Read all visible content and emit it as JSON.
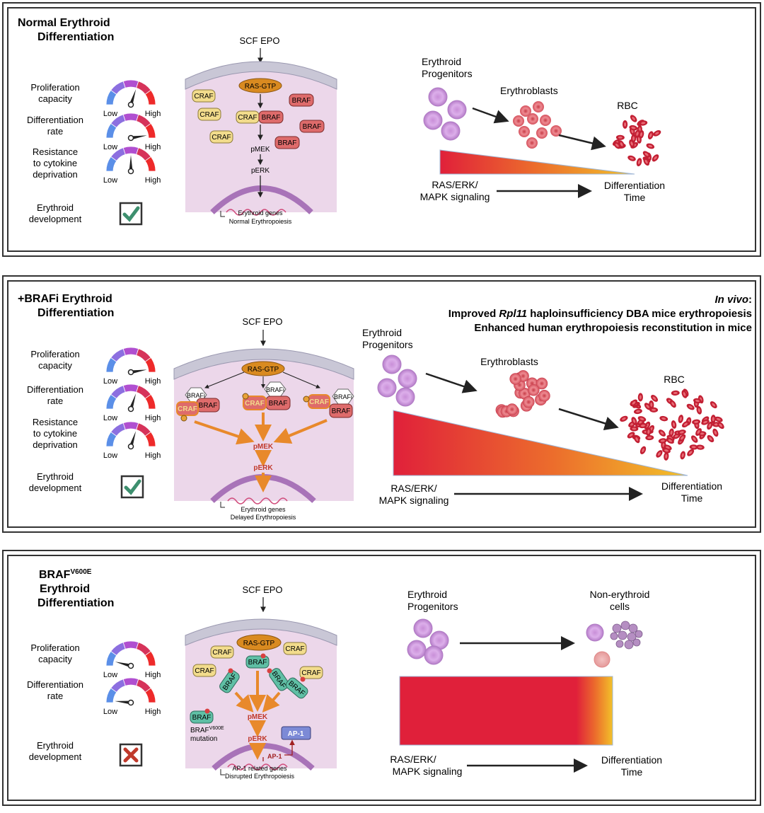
{
  "panels": [
    {
      "title": [
        "Normal Erythroid",
        "Differentiation"
      ],
      "gauges": [
        {
          "label": [
            "Proliferation",
            "capacity"
          ],
          "level": 0.6
        },
        {
          "label": [
            "Differentiation",
            "rate"
          ],
          "level": 0.95
        },
        {
          "label": [
            "Resistance",
            "to cytokine",
            "deprivation"
          ],
          "level": 0.5
        }
      ],
      "gauge_low": "Low",
      "gauge_high": "High",
      "development_label": [
        "Erythroid",
        "development"
      ],
      "development_status": "check",
      "stimulus": "SCF EPO",
      "pathway": {
        "ras": "RAS-GTP",
        "craf": "CRAF",
        "braf": "BRAF",
        "pmek": "pMEK",
        "perk": "pERK",
        "genes": "Erythroid genes",
        "outcome": "Normal Erythropoiesis"
      },
      "cells": {
        "progenitors": [
          "Erythroid",
          "Progenitors"
        ],
        "erythroblasts": "Erythroblasts",
        "rbc": "RBC"
      },
      "signal_label": [
        "RAS/ERK/",
        "MAPK signaling"
      ],
      "time_label": [
        "Differentiation",
        "Time"
      ]
    },
    {
      "title": [
        "+BRAFi Erythroid",
        "Differentiation"
      ],
      "invivo": {
        "prefix": "In vivo",
        "line1_a": "Improved ",
        "line1_gene": "Rpl11",
        "line1_b": " haploinsufficiency DBA mice erythropoiesis",
        "line2": "Enhanced human erythropoiesis reconstitution in mice"
      },
      "gauges": [
        {
          "label": [
            "Proliferation",
            "capacity"
          ],
          "level": 0.95
        },
        {
          "label": [
            "Differentiation",
            "rate"
          ],
          "level": 0.6
        },
        {
          "label": [
            "Resistance",
            "to cytokine",
            "deprivation"
          ],
          "level": 0.6
        }
      ],
      "development_label": [
        "Erythroid",
        "development"
      ],
      "development_status": "check",
      "stimulus": "SCF EPO",
      "pathway": {
        "ras": "RAS-GTP",
        "brafi": "BRAFi",
        "craf": "CRAF",
        "braf": "BRAF",
        "pmek": "pMEK",
        "perk": "pERK",
        "genes": "Erythroid genes",
        "outcome": "Delayed Erythropoiesis"
      },
      "cells": {
        "progenitors": [
          "Erythroid",
          "Progenitors"
        ],
        "erythroblasts": "Erythroblasts",
        "rbc": "RBC"
      },
      "signal_label": [
        "RAS/ERK/",
        "MAPK signaling"
      ],
      "time_label": [
        "Differentiation",
        "Time"
      ]
    },
    {
      "title_main": "BRAF",
      "title_sup": "V600E",
      "title_rest": [
        "Erythroid",
        "Differentiation"
      ],
      "gauges": [
        {
          "label": [
            "Proliferation",
            "capacity"
          ],
          "level": 0.08
        },
        {
          "label": [
            "Differentiation",
            "rate"
          ],
          "level": 0.03
        }
      ],
      "development_label": [
        "Erythroid",
        "development"
      ],
      "development_status": "cross",
      "stimulus": "SCF EPO",
      "pathway": {
        "ras": "RAS-GTP",
        "craf": "CRAF",
        "braf": "BRAF",
        "pmek": "pMEK",
        "perk": "pERK",
        "ap1": "AP-1",
        "mutation_braf": "BRAF",
        "mutation_sup": "V600E",
        "mutation_word": "mutation",
        "genes": "AP-1 related genes",
        "outcome": "Disrupted Erythropoiesis"
      },
      "cells": {
        "progenitors": [
          "Erythroid",
          "Progenitors"
        ],
        "nonerythroid": [
          "Non-erythroid",
          "cells"
        ]
      },
      "signal_label": [
        "RAS/ERK/",
        "MAPK signaling"
      ],
      "time_label": [
        "Differentiation",
        "Time"
      ]
    }
  ],
  "colors": {
    "cell_fill": "#d9a6e6",
    "rbc": "#c21f33",
    "erythroblast": "#e36a73",
    "gradient_start": "#e0203a",
    "gradient_end": "#f2c12a",
    "check": "#3d8f6e",
    "cross": "#c0392b",
    "craf": "#f2dc8c",
    "braf": "#de6b6b",
    "braf_mut": "#5fbfa5",
    "ras": "#d98a20",
    "orange_arrow": "#e8892b",
    "cell_bg": "#ecd7ea"
  }
}
